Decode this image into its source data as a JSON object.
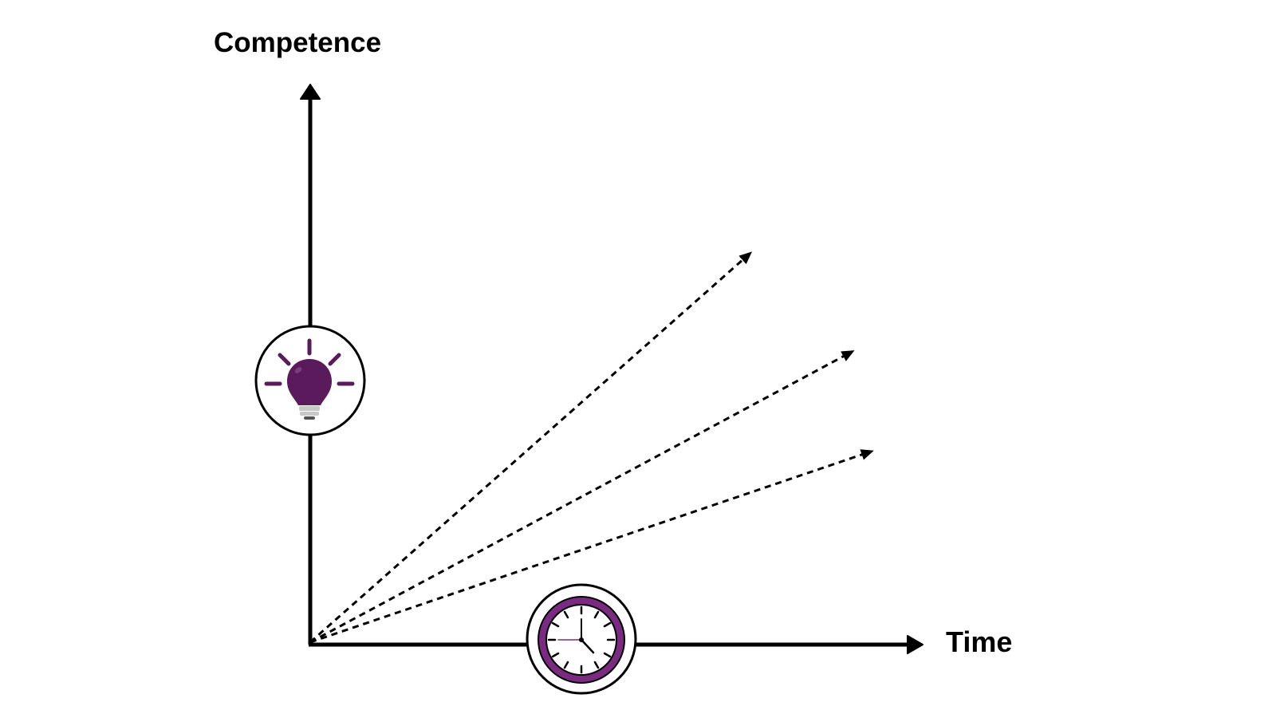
{
  "y_axis": {
    "label": "Competence",
    "icon": "lightbulb-icon"
  },
  "x_axis": {
    "label": "Time",
    "icon": "clock-icon"
  },
  "trend_arrows": [
    "dashed-arrow",
    "dashed-arrow",
    "dashed-arrow"
  ],
  "colors": {
    "axis": "#000000",
    "accent": "#5a1a5c",
    "clock_ring": "#7b2a82",
    "bulb_base": "#c8c8c8"
  }
}
